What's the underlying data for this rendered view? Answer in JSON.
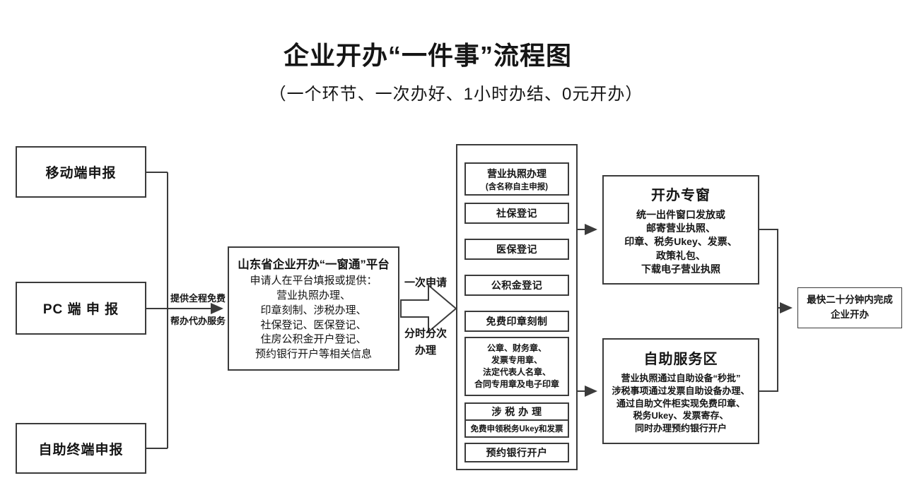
{
  "header": {
    "title": "企业开办“一件事”流程图",
    "subtitle": "（一个环节、一次办好、1小时办结、0元开办）"
  },
  "left_column": {
    "items": [
      {
        "label": "移动端申报"
      },
      {
        "label": "PC 端 申 报"
      },
      {
        "label": "自助终端申报"
      }
    ],
    "arrow_label_top": "提供全程免费",
    "arrow_label_bottom": "帮办代办服务"
  },
  "platform_box": {
    "title": "山东省企业开办“一窗通”平台",
    "body": [
      "申请人在平台填报或提供：",
      "营业执照办理、",
      "印章刻制、涉税办理、",
      "社保登记、医保登记、",
      "住房公积金开户登记、",
      "预约银行开户等相关信息"
    ]
  },
  "transfer_arrow": {
    "top_label": "一次申请",
    "bottom_label": [
      "分时分次",
      "办理"
    ]
  },
  "services_panel": {
    "license_title": "营业执照办理",
    "license_subtitle": "(含名称自主申报)",
    "social_label": "社保登记",
    "medical_label": "医保登记",
    "fund_label": "公积金登记",
    "seal_label": "免费印章刻制",
    "seal_detail": [
      "公章、财务章、",
      "发票专用章、",
      "法定代表人名章、",
      "合同专用章及电子印章"
    ],
    "tax_label": "涉 税 办 理",
    "tax_detail_label": "免费申领税务Ukey和发票",
    "bank_label": "预约银行开户"
  },
  "outcome_window": {
    "title": "开办专窗",
    "body": [
      "统一出件窗口发放或",
      "邮寄营业执照、",
      "印章、税务Ukey、发票、",
      "政策礼包、",
      "下载电子营业执照"
    ]
  },
  "self_service": {
    "title": "自助服务区",
    "body": [
      "营业执照通过自助设备“秒批”",
      "涉税事项通过发票自助设备办理、",
      "通过自助文件柜实现免费印章、",
      "税务Ukey、发票寄存、",
      "同时办理预约银行开户"
    ]
  },
  "result_box": {
    "label": [
      "最快二十分钟内完成",
      "企业开办"
    ]
  }
}
